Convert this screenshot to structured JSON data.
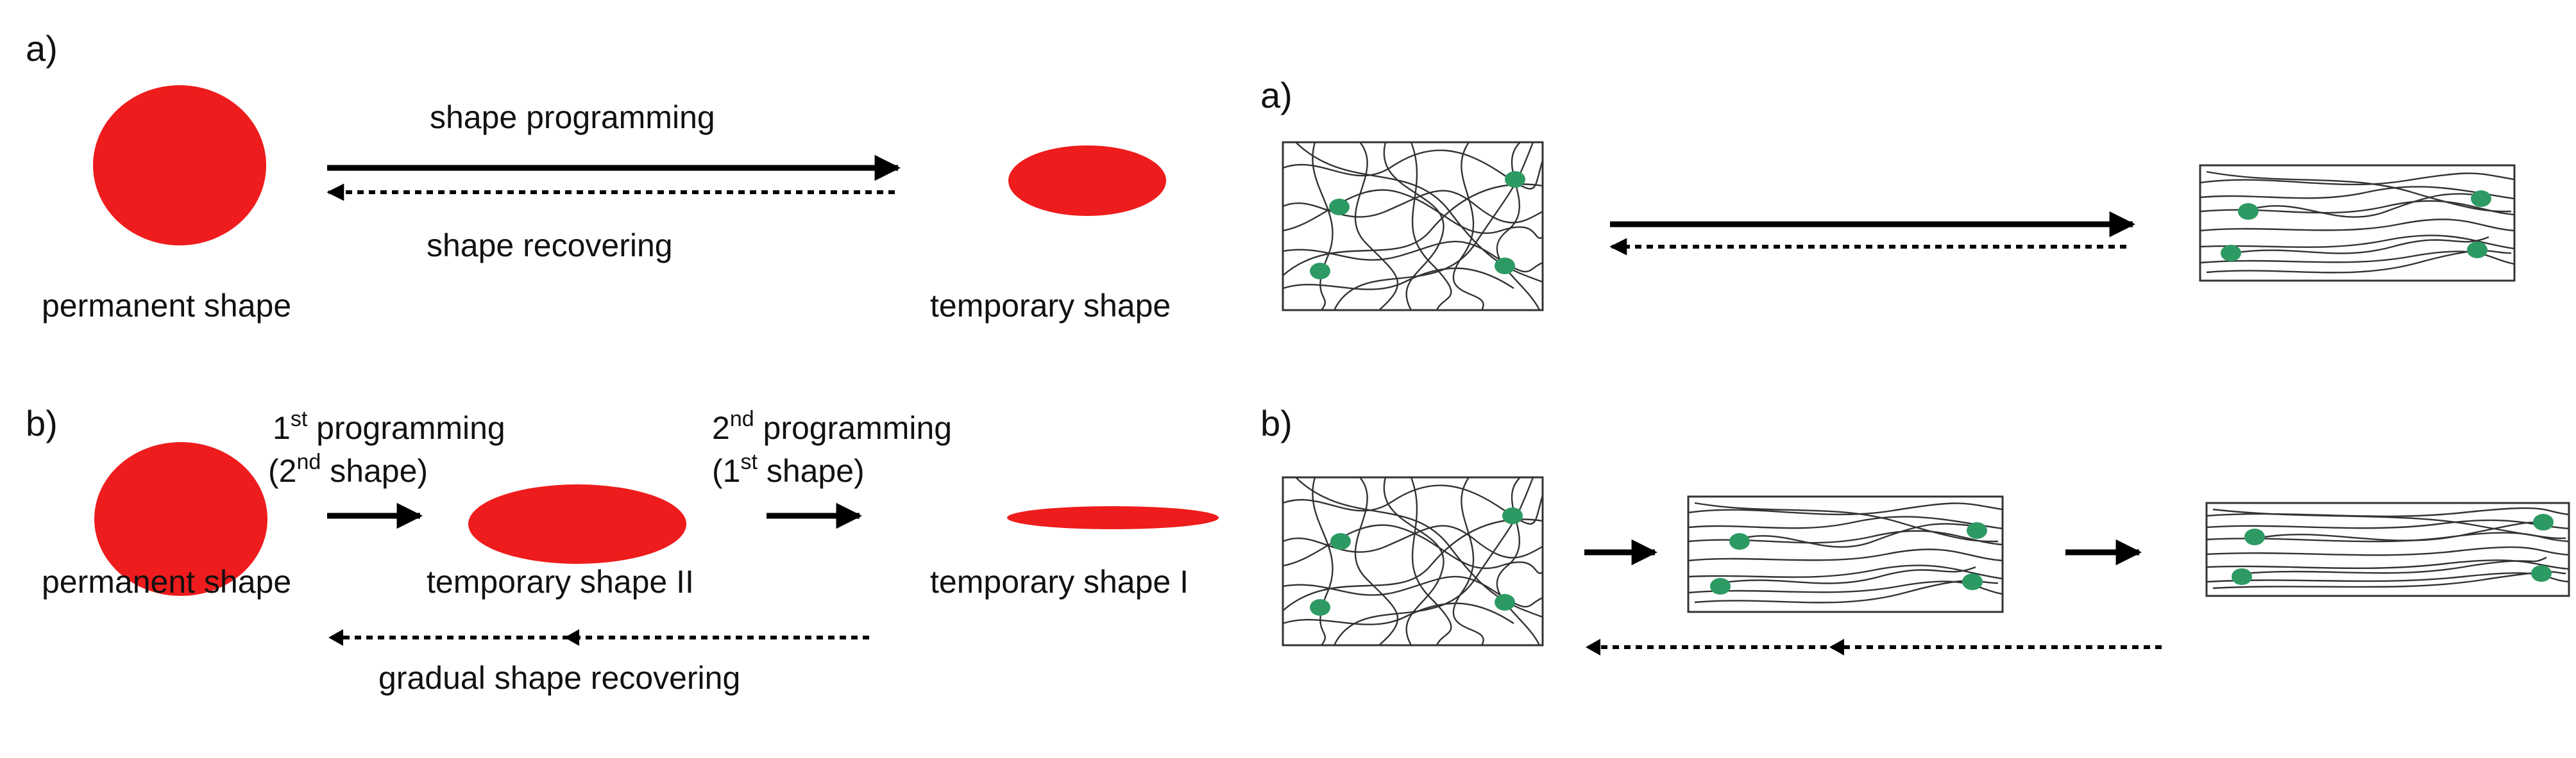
{
  "colors": {
    "shape_fill": "#ee1c1c",
    "crosslink": "#2e9a63",
    "chain": "#333333",
    "arrow": "#000000"
  },
  "left": {
    "a": {
      "panel_label": "a)",
      "arrow_top_label": "shape programming",
      "arrow_bottom_label": "shape recovering",
      "shape1_label": "permanent shape",
      "shape2_label": "temporary shape"
    },
    "b": {
      "panel_label": "b)",
      "step1_label_sup": "st",
      "step1_label_pre": "1",
      "step1_label_post": " programming",
      "step1_sub_pre": "(2",
      "step1_sub_sup": "nd",
      "step1_sub_post": " shape)",
      "step2_label_pre": "2",
      "step2_label_sup": "nd",
      "step2_label_post": " programming",
      "step2_sub_pre": "(1",
      "step2_sub_sup": "st",
      "step2_sub_post": " shape)",
      "shape1_label": "permanent shape",
      "shape2_label": "temporary shape II",
      "shape3_label": "temporary shape I",
      "recover_label": "gradual shape recovering"
    }
  },
  "right": {
    "a": {
      "panel_label": "a)"
    },
    "b": {
      "panel_label": "b)"
    }
  }
}
